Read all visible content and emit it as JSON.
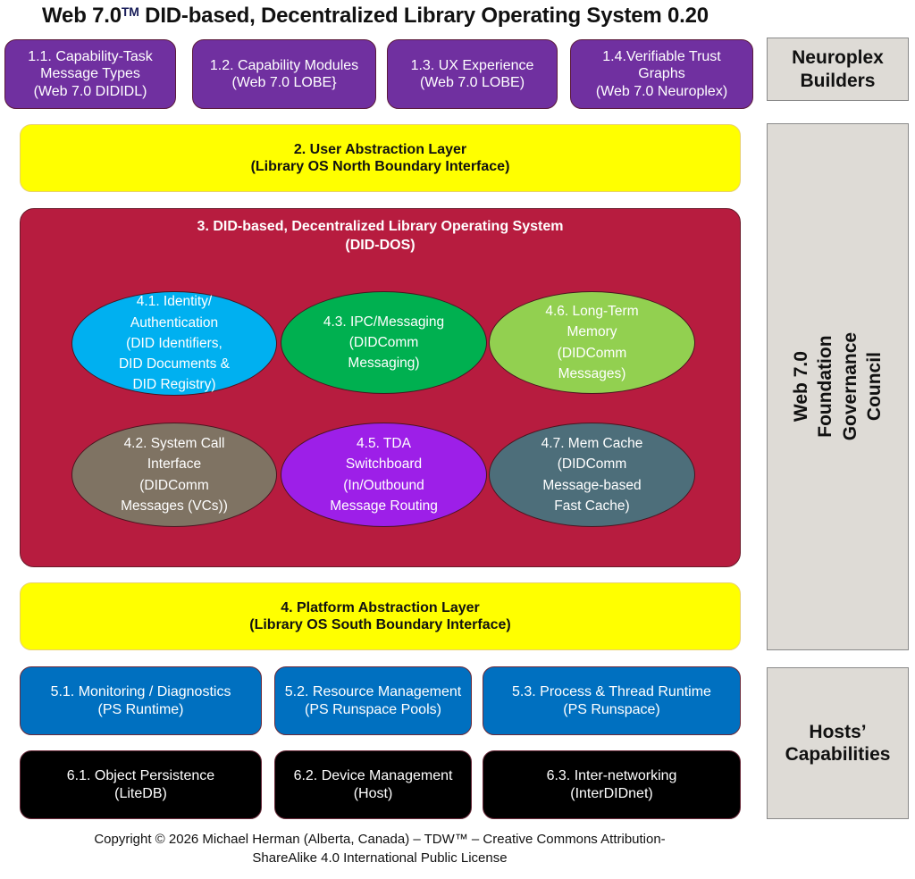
{
  "title": {
    "prefix": "Web 7.0",
    "tm": "TM",
    "suffix": " DID-based, Decentralized Library Operating System 0.20"
  },
  "builders_row": [
    {
      "label": "1.1. Capability-Task\nMessage Types\n(Web 7.0 DIDIDL)"
    },
    {
      "label": "1.2. Capability Modules\n(Web 7.0 LOBE}"
    },
    {
      "label": "1.3. UX Experience\n(Web 7.0 LOBE)"
    },
    {
      "label": "1.4.Verifiable Trust\nGraphs\n(Web 7.0 Neuroplex)"
    }
  ],
  "user_layer": {
    "label": "2. User Abstraction Layer\n(Library OS North Boundary Interface)"
  },
  "did_dos": {
    "title": "3. DID-based, Decentralized Library Operating System\n(DID-DOS)",
    "components": [
      {
        "label": "4.1. Identity/\nAuthentication\n(DID Identifiers,\nDID Documents &\nDID Registry)",
        "color": "#00b0f0"
      },
      {
        "label": "4.3. IPC/Messaging\n(DIDComm\nMessaging)",
        "color": "#00b050"
      },
      {
        "label": "4.6. Long-Term\nMemory\n(DIDComm\nMessages)",
        "color": "#92d050"
      },
      {
        "label": "4.2. System Call\nInterface\n(DIDComm\nMessages (VCs))",
        "color": "#7f7363"
      },
      {
        "label": "4.5. TDA\nSwitchboard\n(In/Outbound\nMessage Routing",
        "color": "#9d1fe8"
      },
      {
        "label": "4.7. Mem Cache\n(DIDComm\nMessage-based\nFast Cache)",
        "color": "#4d6e7a"
      }
    ]
  },
  "platform_layer": {
    "label": "4. Platform Abstraction Layer\n(Library OS South Boundary Interface)"
  },
  "runtime_row": [
    {
      "label": "5.1. Monitoring / Diagnostics\n(PS Runtime)"
    },
    {
      "label": "5.2. Resource Management\n(PS Runspace Pools)"
    },
    {
      "label": "5.3. Process & Thread Runtime\n(PS Runspace)"
    }
  ],
  "host_row": [
    {
      "label": "6.1. Object Persistence\n(LiteDB)"
    },
    {
      "label": "6.2. Device Management\n(Host)"
    },
    {
      "label": "6.3. Inter-networking\n(InterDIDnet)"
    }
  ],
  "side_labels": {
    "neuroplex": "Neuroplex\nBuilders",
    "governance": "Web 7.0 Foundation\nGovernance Council",
    "hosts": "Hosts’\nCapabilities"
  },
  "footer": "Copyright © 2026 Michael Herman (Alberta, Canada) – TDW™ – Creative Commons Attribution-\nShareAlike 4.0 International Public License",
  "colors": {
    "purple": "#7030a0",
    "yellow": "#ffff00",
    "crimson": "#b71c3f",
    "blue": "#0070c0",
    "black": "#000000",
    "side_gray": "#dedbd6"
  }
}
